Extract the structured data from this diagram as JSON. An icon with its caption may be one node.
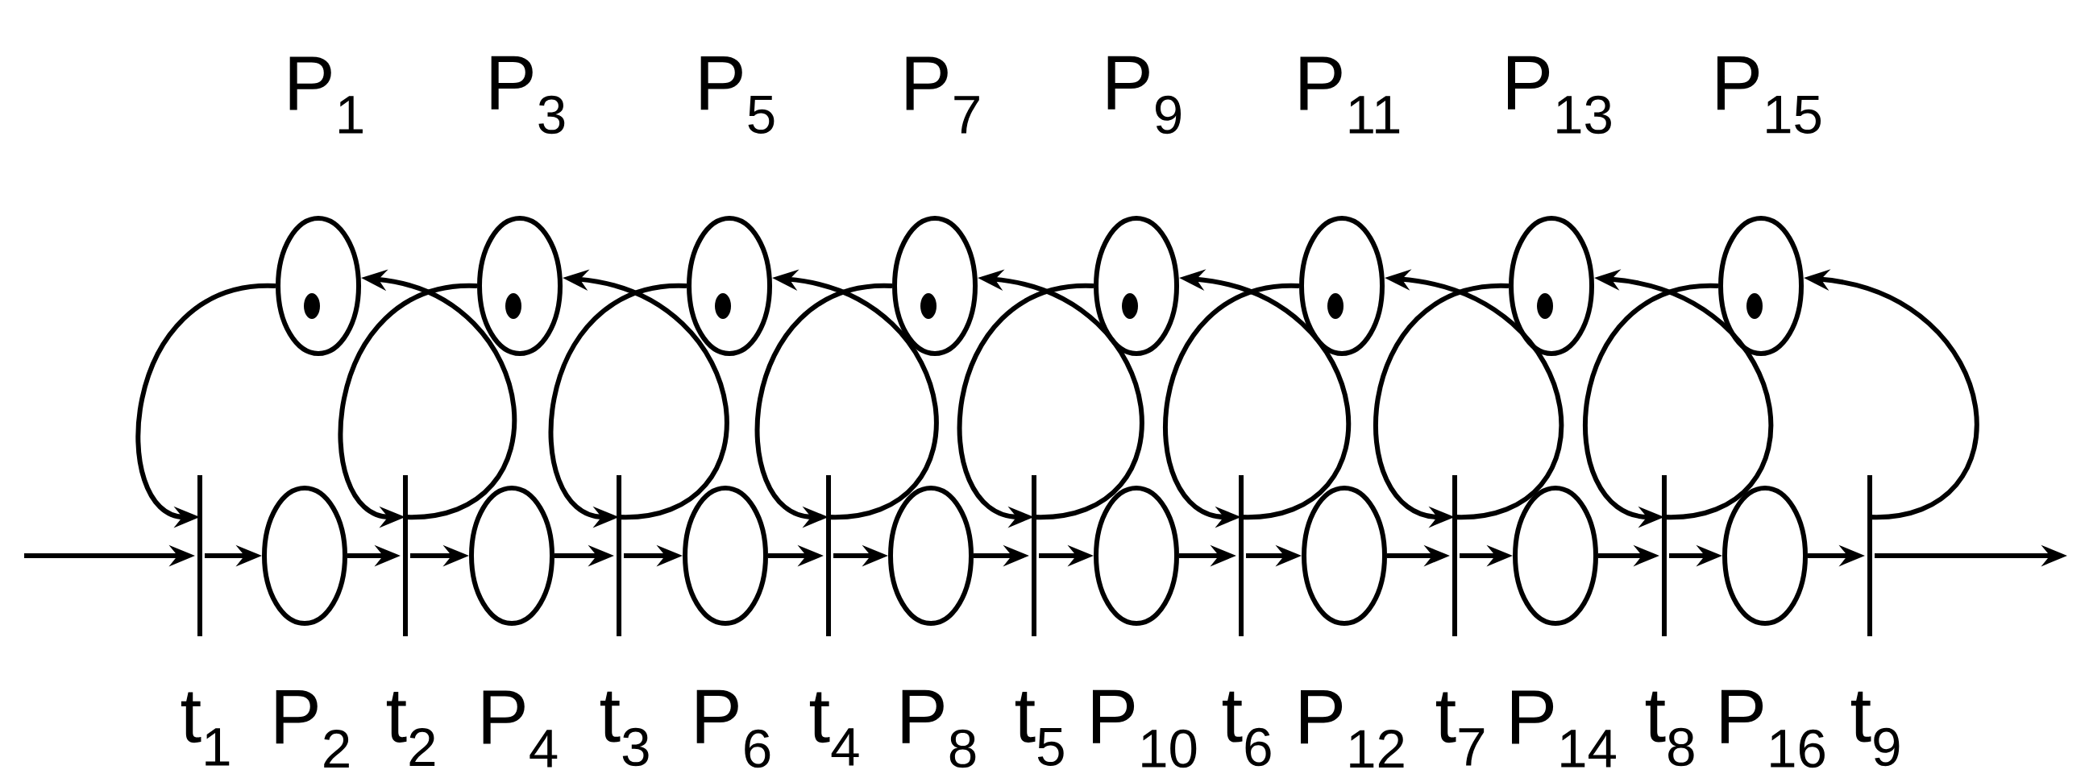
{
  "diagram": {
    "nodes": [
      {
        "text": [
          "P$_{1}$"
        ]
      },
      {
        "text": [
          "P$_{3}$"
        ]
      },
      {
        "text": [
          "P$_{5}$"
        ]
      },
      {
        "text": [
          "P$_{7}$"
        ]
      },
      {
        "text": [
          "P$_{9}$"
        ]
      },
      {
        "text": [
          "P$_{11}$"
        ]
      },
      {
        "text": [
          "P$_{13}$"
        ]
      },
      {
        "text": [
          "P$_{15}$"
        ]
      },
      {
        "text": [
          "t$_{1}$"
        ]
      },
      {
        "text": [
          "P$_{2}$"
        ]
      },
      {
        "text": [
          "t$_{2}$"
        ]
      },
      {
        "text": [
          "P$_{4}$"
        ]
      },
      {
        "text": [
          "t$_{3}$"
        ]
      },
      {
        "text": [
          "P$_{6}$"
        ]
      },
      {
        "text": [
          "t$_{4}$"
        ]
      },
      {
        "text": [
          "P$_{8}$"
        ]
      },
      {
        "text": [
          "t$_{5}$"
        ]
      },
      {
        "text": [
          "P$_{10}$"
        ]
      },
      {
        "text": [
          "t$_{6}$"
        ]
      },
      {
        "text": [
          "P$_{12}$"
        ]
      },
      {
        "text": [
          "t$_{7}$"
        ]
      },
      {
        "text": [
          "P$_{14}$"
        ]
      },
      {
        "text": [
          "t$_{8}$"
        ]
      },
      {
        "text": [
          "P$_{16}$"
        ]
      },
      {
        "text": [
          "t$_{9}$"
        ]
      }
    ],
    "edges": [
      {
        "from": null,
        "to": 8,
        "arrow": "to"
      },
      {
        "from": 8,
        "to": 9,
        "arrow": "to"
      },
      {
        "from": 9,
        "to": 10,
        "arrow": "to"
      },
      {
        "from": 10,
        "to": 11,
        "arrow": "to"
      },
      {
        "from": 11,
        "to": 12,
        "arrow": "to"
      },
      {
        "from": 12,
        "to": 13,
        "arrow": "to"
      },
      {
        "from": 13,
        "to": 14,
        "arrow": "to"
      },
      {
        "from": 14,
        "to": 15,
        "arrow": "to"
      },
      {
        "from": 15,
        "to": 16,
        "arrow": "to"
      },
      {
        "from": 16,
        "to": 17,
        "arrow": "to"
      },
      {
        "from": 17,
        "to": 18,
        "arrow": "to"
      },
      {
        "from": 18,
        "to": 19,
        "arrow": "to"
      },
      {
        "from": 19,
        "to": 20,
        "arrow": "to"
      },
      {
        "from": 20,
        "to": 21,
        "arrow": "to"
      },
      {
        "from": 21,
        "to": 22,
        "arrow": "to"
      },
      {
        "from": 22,
        "to": 23,
        "arrow": "to"
      },
      {
        "from": 23,
        "to": 24,
        "arrow": "to"
      },
      {
        "from": 24,
        "to": null,
        "arrow": "to"
      },
      {
        "from": 0,
        "to": 8,
        "arrow": "to"
      },
      {
        "from": 10,
        "to": 0,
        "arrow": "to"
      },
      {
        "from": 1,
        "to": 10,
        "arrow": "to"
      },
      {
        "from": 12,
        "to": 1,
        "arrow": "to"
      },
      {
        "from": 2,
        "to": 12,
        "arrow": "to"
      },
      {
        "from": 14,
        "to": 2,
        "arrow": "to"
      },
      {
        "from": 3,
        "to": 14,
        "arrow": "to"
      },
      {
        "from": 16,
        "to": 3,
        "arrow": "to"
      },
      {
        "from": 4,
        "to": 16,
        "arrow": "to"
      },
      {
        "from": 18,
        "to": 4,
        "arrow": "to"
      },
      {
        "from": 5,
        "to": 18,
        "arrow": "to"
      },
      {
        "from": 20,
        "to": 5,
        "arrow": "to"
      },
      {
        "from": 6,
        "to": 20,
        "arrow": "to"
      },
      {
        "from": 22,
        "to": 6,
        "arrow": "to"
      },
      {
        "from": 7,
        "to": 22,
        "arrow": "to"
      },
      {
        "from": 24,
        "to": 7,
        "arrow": "to"
      }
    ]
  }
}
